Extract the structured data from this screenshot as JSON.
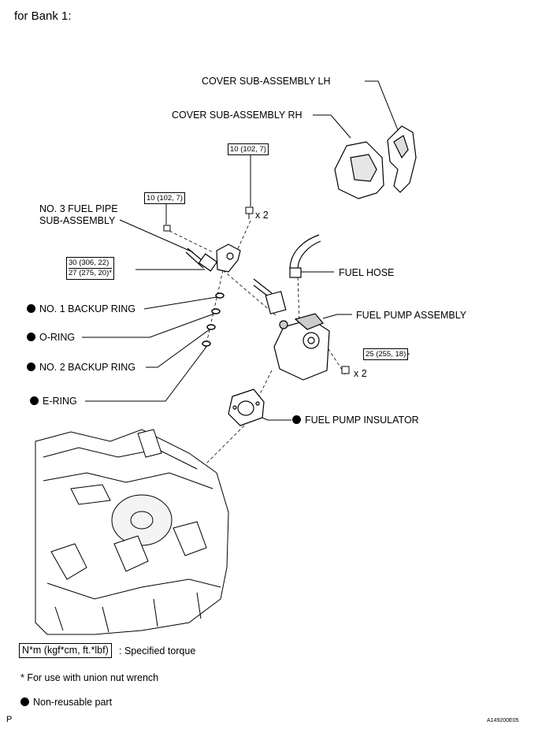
{
  "heading": "for Bank 1:",
  "parts": {
    "cover_lh": "COVER SUB-ASSEMBLY LH",
    "cover_rh": "COVER SUB-ASSEMBLY  RH",
    "fuel_pipe_line1": "NO. 3 FUEL PIPE",
    "fuel_pipe_line2": "SUB-ASSEMBLY",
    "fuel_hose": "FUEL HOSE",
    "fuel_pump_assembly": "FUEL PUMP ASSEMBLY",
    "backup_ring_1": "NO. 1 BACKUP RING",
    "o_ring": "O-RING",
    "backup_ring_2": "NO. 2 BACKUP RING",
    "e_ring": "E-RING",
    "fuel_pump_insulator": "FUEL PUMP INSULATOR"
  },
  "torques": {
    "bolt_top": "10 (102, 7)",
    "bolt_left": "10 (102, 7)",
    "pipe_line1": "30 (306, 22)",
    "pipe_line2": "27 (275, 20)*",
    "pump_nut": "25 (255, 18)"
  },
  "multipliers": {
    "bolt_top": "x 2",
    "pump_nut": "x 2"
  },
  "legend": {
    "torque_box": "N*m (kgf*cm, ft.*lbf)",
    "torque_text": ": Specified torque",
    "union_note": "* For use with union nut wrench",
    "non_reusable": "Non-reusable part"
  },
  "footer": {
    "left_code": "P",
    "figure_id": "A149200E05"
  }
}
